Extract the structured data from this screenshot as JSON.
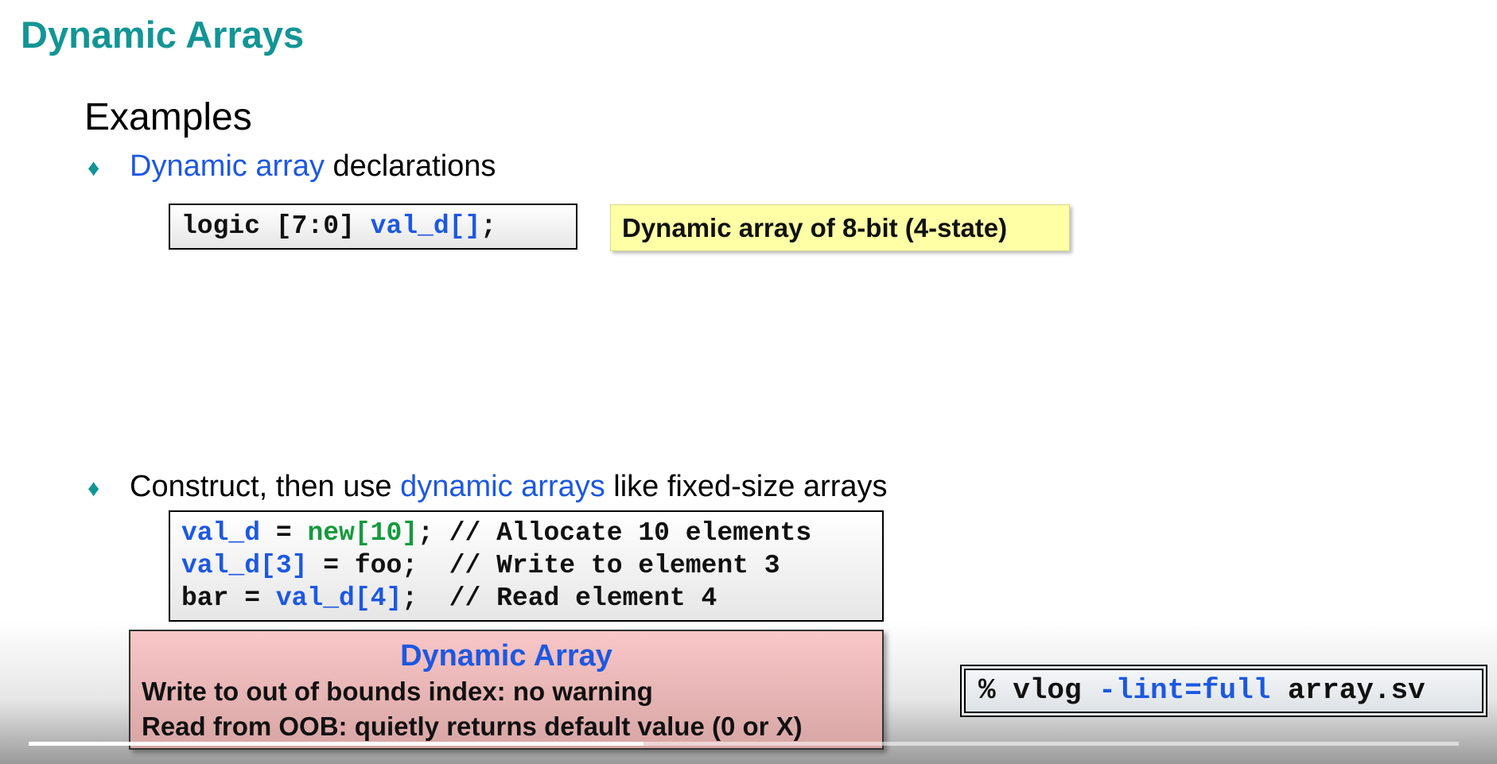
{
  "slide": {
    "title": "Dynamic Arrays",
    "section_heading": "Examples",
    "bullet_icon": "diamond-icon",
    "bullet1": {
      "highlight": "Dynamic array",
      "rest": " declarations"
    },
    "code1": {
      "plain": "logic [7:0] ",
      "var": "val_d[]",
      "end": ";"
    },
    "note1": "Dynamic array of 8-bit (4-state)",
    "bullet2": {
      "before": "Construct, then use ",
      "highlight": "dynamic arrays",
      "after": " like fixed-size arrays"
    },
    "code2": {
      "line1": {
        "var": "val_d",
        "op": " = ",
        "kw": "new[10]",
        "rest": "; // Allocate 10 elements"
      },
      "line2": {
        "var": "val_d[3]",
        "rest": " = foo;  // Write to element 3"
      },
      "line3": {
        "pre": "bar = ",
        "var": "val_d[4]",
        "rest": ";  // Read element 4"
      }
    },
    "callout": {
      "title": "Dynamic Array",
      "line1": "Write to out of bounds index: no warning",
      "line2": "Read from OOB: quietly returns default value (0 or X)"
    },
    "command": {
      "prompt": "% vlog ",
      "flag": "-lint=full",
      "file": " array.sv"
    }
  },
  "player": {
    "progress_fraction": 0.43
  },
  "colors": {
    "title": "#139595",
    "accent_blue": "#1d58e0",
    "keyword_green": "#149a3d",
    "note_yellow": "#ffffa6",
    "callout_pink": "#f9c7c7"
  }
}
